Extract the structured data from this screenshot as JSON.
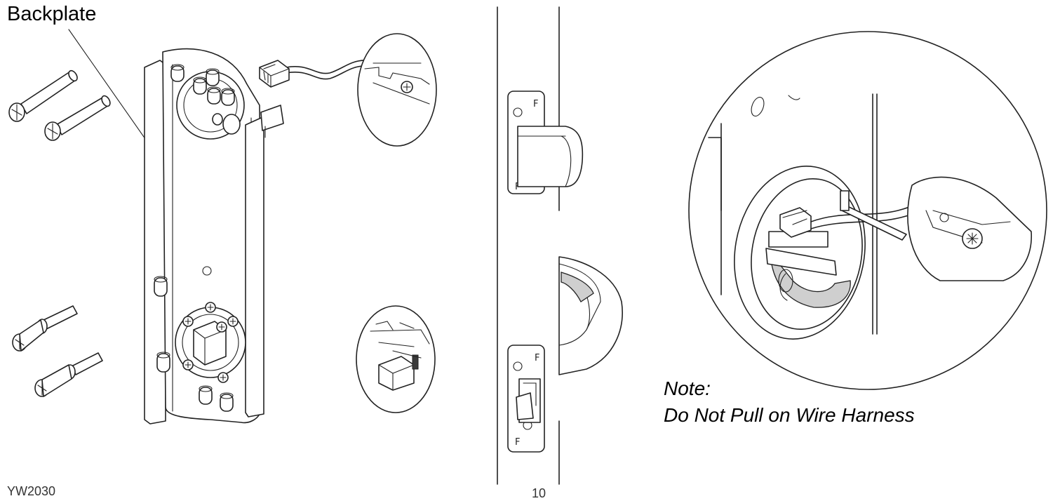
{
  "labels": {
    "backplate": "Backplate",
    "note_title": "Note:",
    "note_body": "Do Not Pull on Wire Harness",
    "doc_code": "YW2030",
    "page_number": "10"
  },
  "colors": {
    "line": "#222222",
    "background": "#ffffff",
    "shade": "#cfcfcf"
  },
  "icons": [
    "phillips-screw-icon",
    "wire-connector-icon",
    "latch-bolt-icon"
  ]
}
